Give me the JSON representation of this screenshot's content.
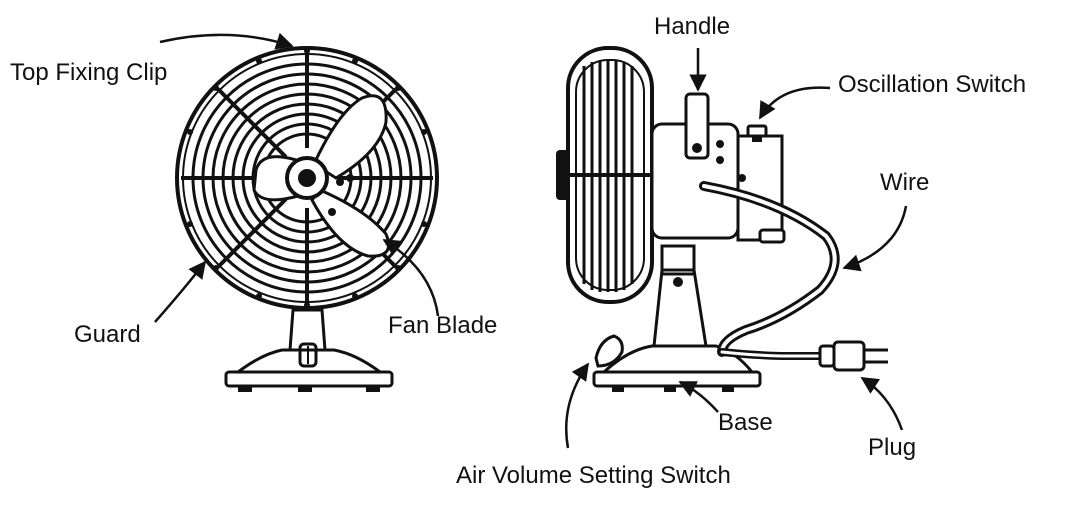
{
  "labels": {
    "top_fixing_clip": "Top Fixing Clip",
    "guard": "Guard",
    "fan_blade": "Fan Blade",
    "handle": "Handle",
    "oscillation_switch": "Oscillation Switch",
    "wire": "Wire",
    "base": "Base",
    "plug": "Plug",
    "air_volume_setting_switch": "Air Volume Setting Switch"
  },
  "colors": {
    "ink": "#111111",
    "background": "#ffffff"
  }
}
